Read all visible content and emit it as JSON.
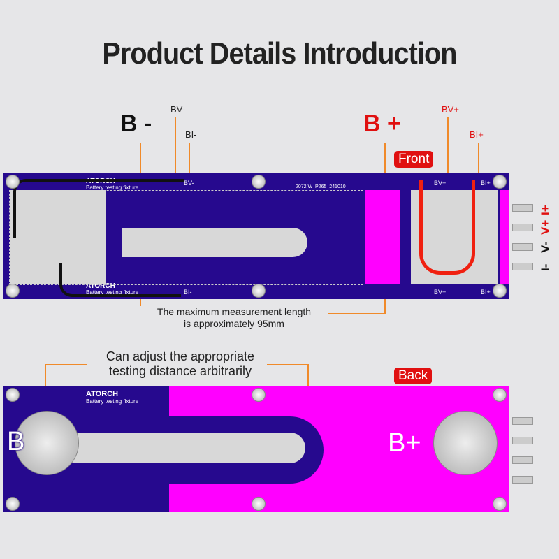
{
  "title": "Product Details Introduction",
  "front": {
    "badge": "Front",
    "b_minus": "B -",
    "b_plus": "B +",
    "bv_minus": "BV-",
    "bi_minus": "BI-",
    "bv_plus": "BV+",
    "bi_plus": "BI+",
    "brand": "ATORCH",
    "subtitle": "Battery testing fixture",
    "part_code": "2072IW_P265_241010",
    "pads": {
      "bv_minus": "BV-",
      "bi_minus": "BI-",
      "bv_plus": "BV+",
      "bi_plus": "BI+",
      "bv_plus2": "BV+",
      "bi_plus2": "BI+"
    },
    "pins": [
      "I+",
      "V+",
      "V-",
      "I-"
    ],
    "side_labels": [
      "I+",
      "V+",
      "V-",
      "I-"
    ],
    "caption_line1": "The maximum measurement length",
    "caption_line2": "is approximately 95mm"
  },
  "back": {
    "badge": "Back",
    "caption_line1": "Can adjust the appropriate",
    "caption_line2": "testing distance arbitrarily",
    "brand": "ATORCH",
    "subtitle": "Battery testing fixture",
    "b_label": "B",
    "b_plus": "B+"
  },
  "colors": {
    "purple": "#26098e",
    "magenta": "#ff00ff",
    "red": "#e01010",
    "orange": "#f08a2a"
  }
}
